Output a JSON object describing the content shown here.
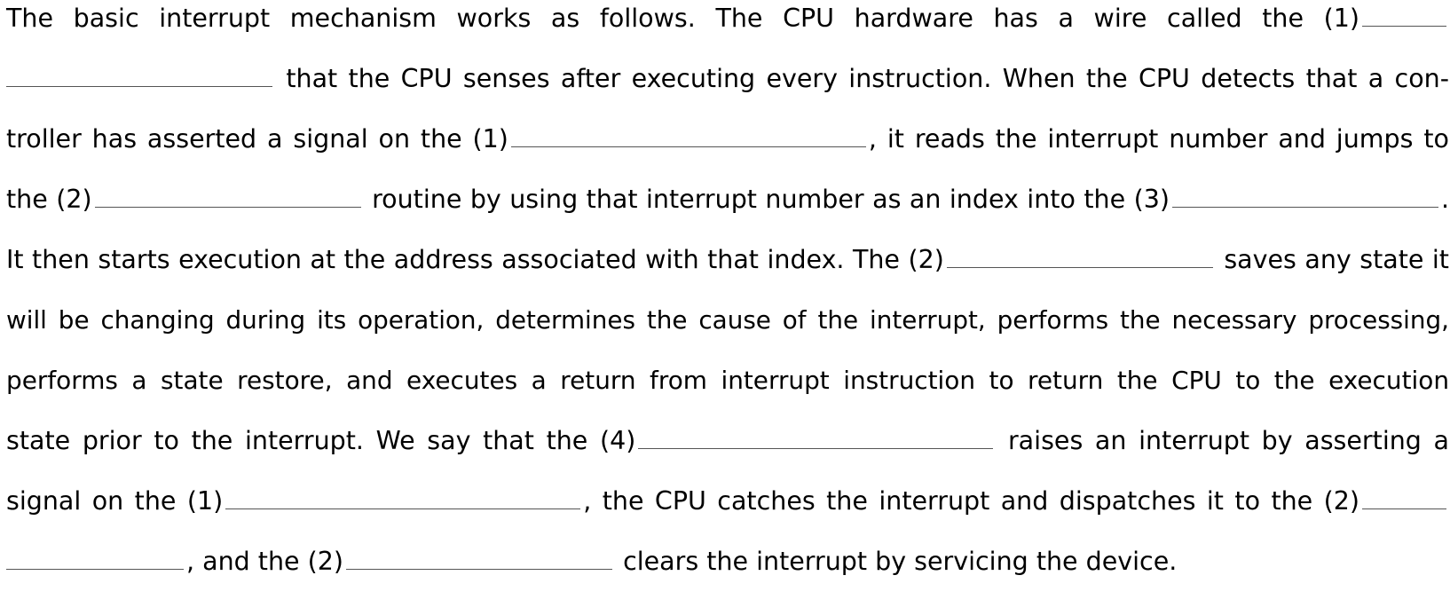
{
  "document": {
    "lines": [
      [
        "The basic interrupt mechanism works as follows. The CPU hardware has a wire called the (1)"
      ],
      [
        "that the CPU senses after executing every instruction. When the CPU detects that a con-"
      ],
      [
        "troller has asserted a signal on the (1)",
        ", it reads the interrupt number and jumps to"
      ],
      [
        "the (2)",
        "routine by using that interrupt number as an index into the (3)",
        "."
      ],
      [
        "It then starts execution at the address associated with that index. The (2)",
        "saves any state it"
      ],
      [
        "will be changing during its operation, determines the cause of the interrupt, performs the necessary processing,"
      ],
      [
        "performs a state restore, and executes a return from interrupt instruction to return the CPU to the execution"
      ],
      [
        "state prior to the interrupt. We say that the (4)",
        "raises an interrupt by asserting a"
      ],
      [
        "signal on the (1)",
        ", the CPU catches the interrupt and dispatches it to the (2)"
      ],
      [
        ", and the (2)",
        "clears the interrupt by servicing the device."
      ]
    ]
  }
}
